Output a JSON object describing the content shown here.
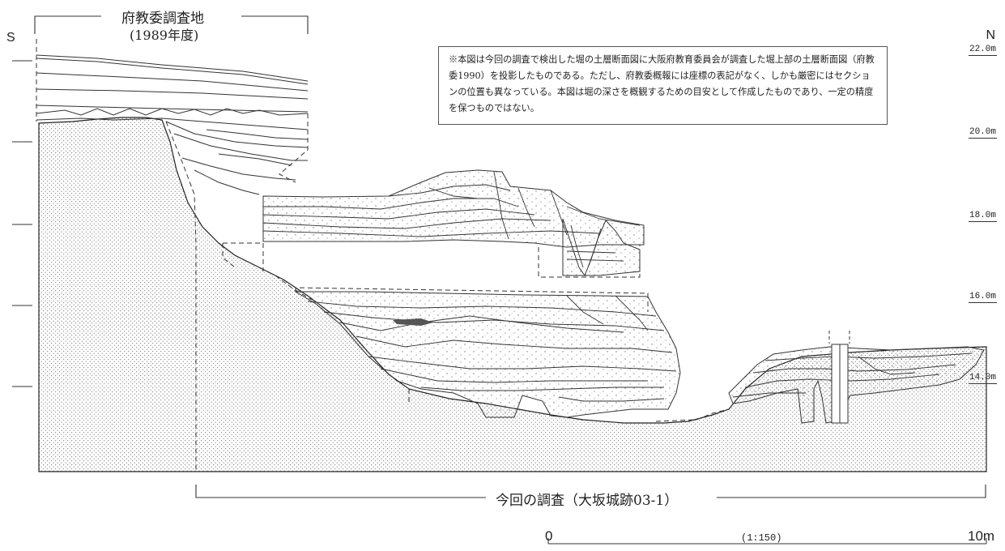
{
  "header": {
    "title": "府教委調査地",
    "subtitle": "(1989年度)"
  },
  "orientation": {
    "south": "S",
    "north": "N"
  },
  "elevations": [
    "22.0m",
    "20.0m",
    "18.0m",
    "16.0m",
    "14.0m"
  ],
  "note": "※本図は今回の調査で検出した堀の土層断面図に大阪府教育委員会が調査した堀上部の土層断面図（府教委1990）を投影したものである。ただし、府教委概報には座標の表記がなく、しかも厳密にはセクションの位置も異なっている。本図は堀の深さを概観するための目安として作成したものであり、一定の精度を保つものではない。",
  "footer": {
    "label": "今回の調査（大坂城跡03-1）"
  },
  "scale": {
    "start": "0",
    "end": "10m",
    "ratio": "(1:150)"
  }
}
